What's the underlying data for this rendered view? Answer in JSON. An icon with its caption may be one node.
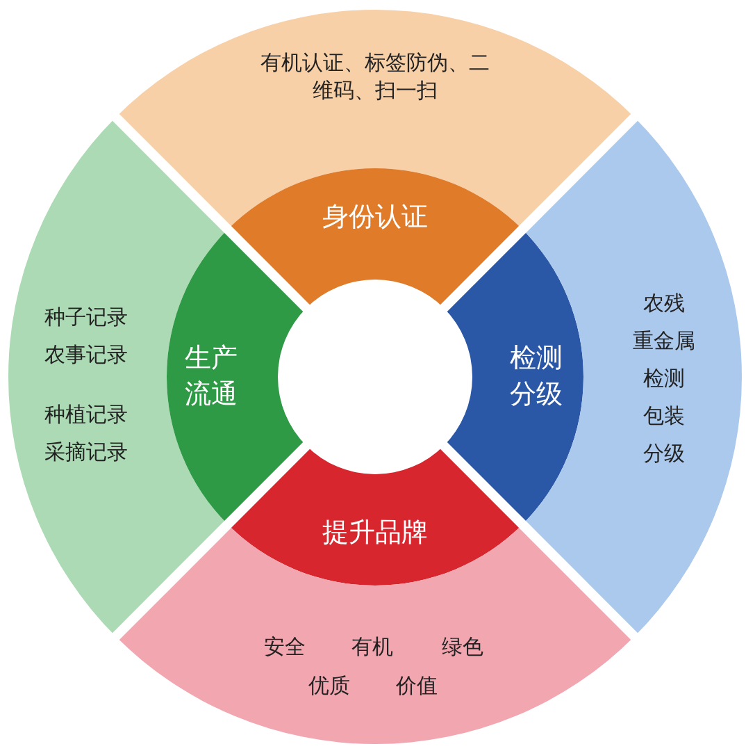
{
  "diagram": {
    "nodes": [
      {
        "text": [
          "有机认证、标签防伪、二维码、扫一扫"
        ]
      },
      {
        "text": [
          "身份认证"
        ]
      },
      {
        "text": [
          "种子记录",
          "农事记录",
          "种植记录",
          "采摘记录"
        ]
      },
      {
        "text": [
          "生产流通"
        ]
      },
      {
        "text": [
          "检测分级"
        ]
      },
      {
        "text": [
          "农残",
          "重金属",
          "检测",
          "包装",
          "分级"
        ]
      },
      {
        "text": [
          "提升品牌"
        ]
      },
      {
        "text": [
          "安全",
          "有机",
          "绿色",
          "优质",
          "价值"
        ]
      }
    ]
  }
}
